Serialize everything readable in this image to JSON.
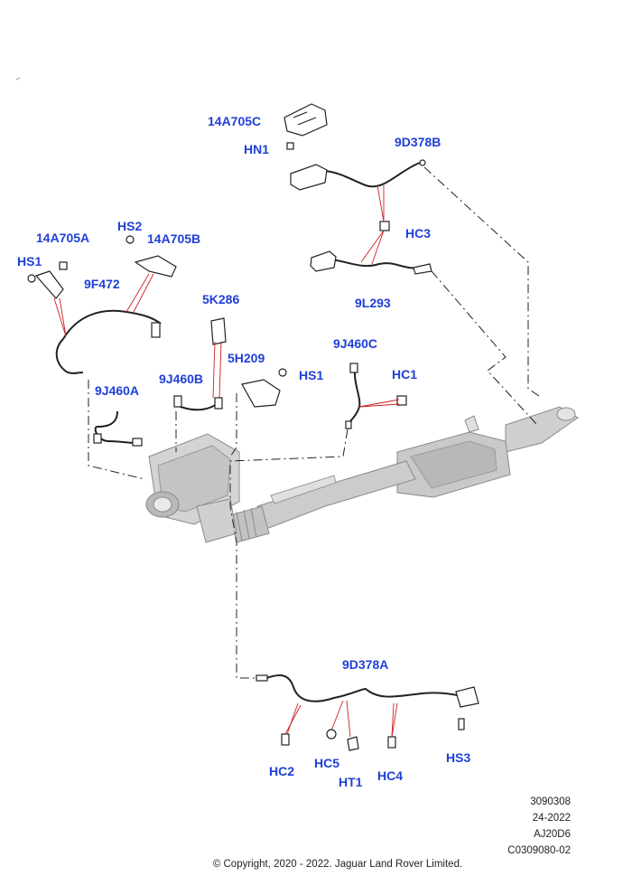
{
  "callouts": {
    "c_14A705C": "14A705C",
    "c_HN1": "HN1",
    "c_9D378B": "9D378B",
    "c_HC3": "HC3",
    "c_9L293": "9L293",
    "c_14A705A": "14A705A",
    "c_HS2": "HS2",
    "c_14A705B": "14A705B",
    "c_HS1_left": "HS1",
    "c_9F472": "9F472",
    "c_5K286": "5K286",
    "c_5H209": "5H209",
    "c_HS1_mid": "HS1",
    "c_9J460C": "9J460C",
    "c_HC1": "HC1",
    "c_9J460A": "9J460A",
    "c_9J460B": "9J460B",
    "c_9D378A": "9D378A",
    "c_HC2": "HC2",
    "c_HC5": "HC5",
    "c_HT1": "HT1",
    "c_HC4": "HC4",
    "c_HS3": "HS3"
  },
  "meta": {
    "ref_number": "3090308",
    "date_code": "24-2022",
    "model_code": "AJ20D6",
    "part_code": "C0309080-02"
  },
  "copyright": "© Copyright, 2020 - 2022. Jaguar Land Rover Limited.",
  "colors": {
    "callout_text": "#1f3fd8",
    "leader_line": "#cc2020",
    "part_outline": "#222222",
    "exhaust_body": "#bdbdbd"
  }
}
